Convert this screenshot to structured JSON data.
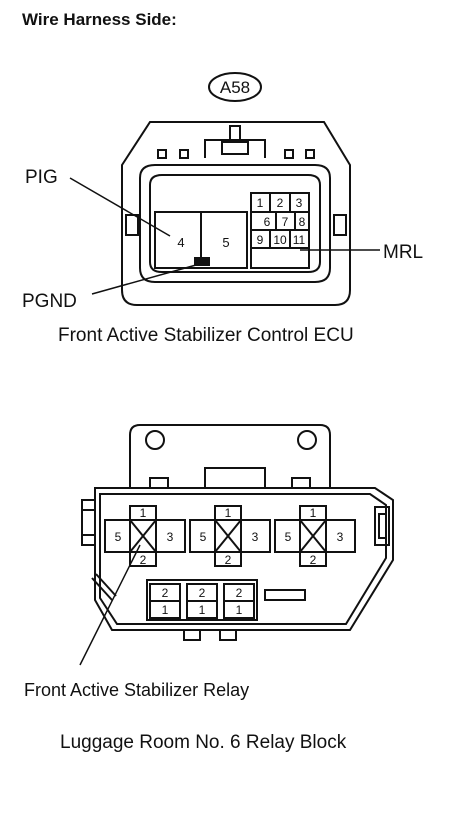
{
  "heading": "Wire Harness Side:",
  "ecu": {
    "connector_code": "A58",
    "caption": "Front Active Stabilizer Control ECU",
    "callouts": {
      "pig": "PIG",
      "pgnd": "PGND",
      "mrl": "MRL"
    },
    "terminals": {
      "t1": "1",
      "t2": "2",
      "t3": "3",
      "t4": "4",
      "t5": "5",
      "t6": "6",
      "t7": "7",
      "t8": "8",
      "t9": "9",
      "t10": "10",
      "t11": "11"
    }
  },
  "relay_block": {
    "relay_label": "Front Active Stabilizer Relay",
    "caption": "Luggage Room No. 6 Relay Block",
    "relay_pins": {
      "p1": "1",
      "p2": "2",
      "p3": "3",
      "p5": "5"
    },
    "small_pins": {
      "top": "2",
      "bottom": "1"
    }
  }
}
